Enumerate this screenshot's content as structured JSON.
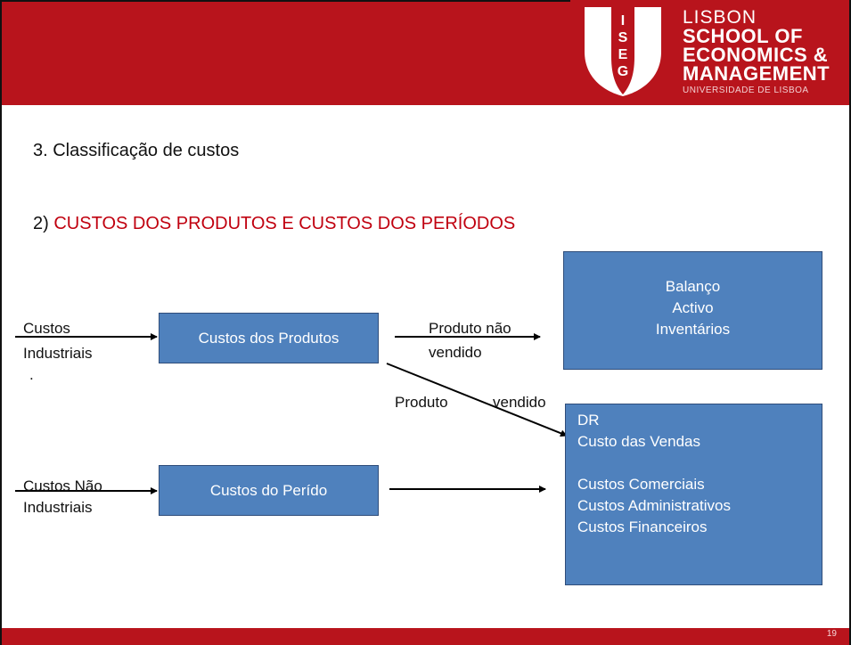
{
  "header": {
    "logo_shield_text": "ISEG",
    "logo_line1": "LISBON",
    "logo_line2": "SCHOOL OF",
    "logo_line3": "ECONOMICS &",
    "logo_line4": "MANAGEMENT",
    "logo_sub": "UNIVERSIDADE DE LISBOA"
  },
  "section_title": "3. Classificação de custos",
  "subtitle": {
    "number": "2)",
    "text": "CUSTOS DOS PRODUTOS E CUSTOS DOS PERÍODOS"
  },
  "diagram": {
    "input_industrial": [
      "Custos",
      "Industriais"
    ],
    "input_nonindustrial": [
      "Custos Não",
      "Industriais"
    ],
    "bullet": ".",
    "box_products": "Custos dos Produtos",
    "box_period": "Custos do Perído",
    "label_not_sold": [
      "Produto não",
      "vendido"
    ],
    "label_sold_a": "Produto",
    "label_sold_b": "vendido",
    "box_balance": [
      "Balanço",
      "Activo",
      "Inventários"
    ],
    "box_dr": [
      "DR",
      "Custo das Vendas",
      "",
      "Custos Comerciais",
      "Custos Administrativos",
      "Custos Financeiros"
    ]
  },
  "footer": {
    "page_number": "19"
  },
  "colors": {
    "brand_red": "#b8141c",
    "box_blue": "#4f81bd",
    "subtitle_red": "#c0000f"
  }
}
